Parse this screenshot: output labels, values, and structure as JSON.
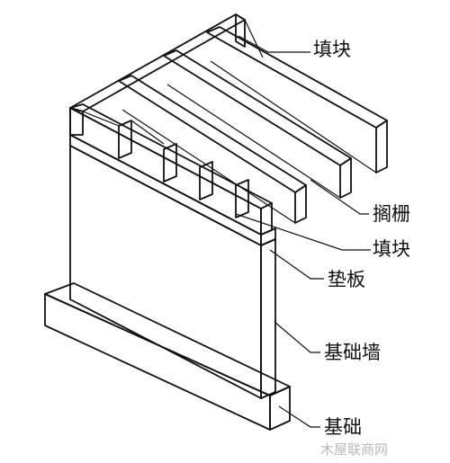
{
  "labels": {
    "rim_block_top": "填块",
    "joists": "搁栅",
    "rim_block_front": "填块",
    "sill_plate": "垫板",
    "foundation_wall": "基础墙",
    "footing": "基础"
  },
  "watermark": "木屋联商网",
  "colors": {
    "line": "#111111",
    "concrete_fill": "#f4f4f4",
    "wood_fill": "#ffffff",
    "watermark": "#b9b9b9"
  }
}
